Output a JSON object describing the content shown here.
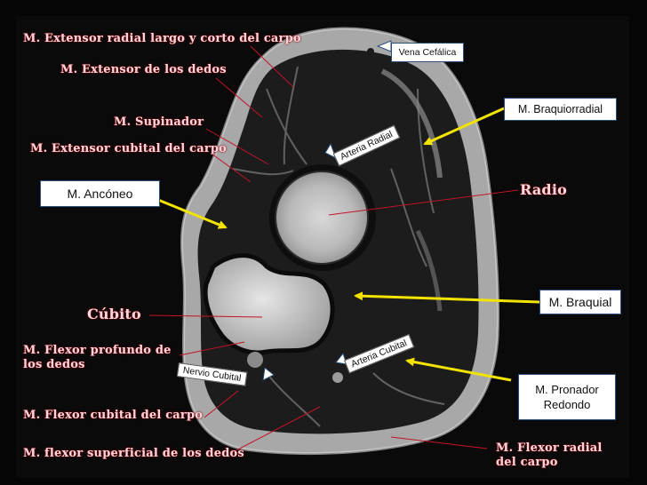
{
  "labels": {
    "extensor_radial": "M. Extensor radial largo y corto del carpo",
    "extensor_dedos": "M. Extensor de los dedos",
    "supinador": "M. Supinador",
    "extensor_cubital": "M. Extensor cubital del carpo",
    "radio": "Radio",
    "cubito": "Cúbito",
    "flexor_profundo_1": "M. Flexor profundo de",
    "flexor_profundo_2": "los dedos",
    "flexor_cubital": "M. Flexor cubital del carpo",
    "flexor_superficial": "M. flexor superficial de los dedos",
    "flexor_radial_1": "M. Flexor radial",
    "flexor_radial_2": "del carpo"
  },
  "boxes": {
    "vena_cefalica": "Vena Cefálica",
    "braquiorradial": "M. Braquiorradial",
    "ancóneo": "M. Ancóneo",
    "braquial": "M. Braquial",
    "pronador_1": "M. Pronador",
    "pronador_2": "Redondo",
    "nervio_cubital": "Nervio Cubital",
    "arteria_radial": "Arteria Radial",
    "arteria_cubital": "Arteria Cubital"
  },
  "colors": {
    "label_text": "#ffd6df",
    "leader_line": "#c0142a",
    "arrow_yellow": "#f3e300",
    "box_border": "#2a4f7a"
  }
}
